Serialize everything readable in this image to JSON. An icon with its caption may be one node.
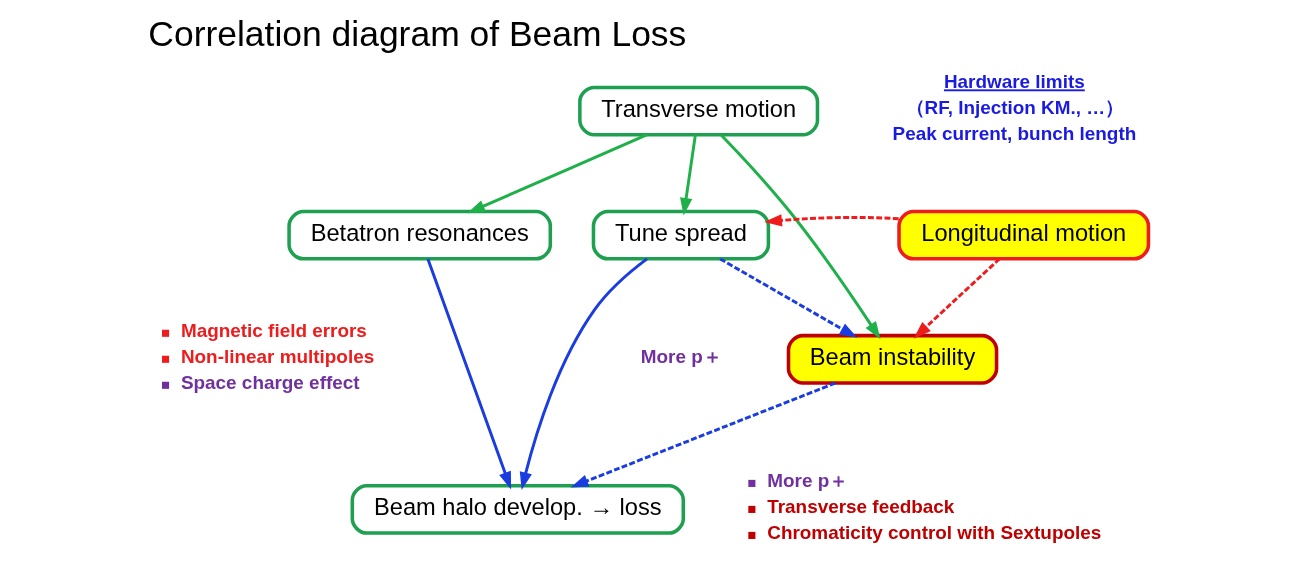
{
  "diagram": {
    "title": "Correlation diagram of Beam Loss",
    "nodes": [
      {
        "text": [
          "Transverse motion"
        ]
      },
      {
        "text": [
          "Longitudinal motion"
        ]
      },
      {
        "text": [
          "Betatron resonances"
        ]
      },
      {
        "text": [
          "Tune spread"
        ]
      },
      {
        "text": [
          "Beam instability"
        ]
      },
      {
        "text": [
          "Beam halo develop. → loss"
        ]
      }
    ],
    "edges": [
      {
        "from": 0,
        "to": 2,
        "arrow": "to",
        "color": "#1fb04a"
      },
      {
        "from": 0,
        "to": 3,
        "arrow": "to",
        "color": "#1fb04a"
      },
      {
        "from": 0,
        "to": 4,
        "arrow": "to",
        "color": "#1fb04a"
      },
      {
        "from": 1,
        "to": 3,
        "arrow": "to",
        "style": "dashed",
        "color": "#ee1c1c"
      },
      {
        "from": 1,
        "to": 4,
        "arrow": "to",
        "style": "dashed",
        "color": "#ee1c1c"
      },
      {
        "from": 3,
        "to": 4,
        "arrow": "to",
        "style": "dashed",
        "color": "#1a3ce0"
      },
      {
        "from": 2,
        "to": 5,
        "arrow": "to",
        "color": "#1a3ce0"
      },
      {
        "from": 3,
        "to": 5,
        "arrow": "to",
        "color": "#1a3ce0"
      },
      {
        "from": 4,
        "to": 5,
        "arrow": "to",
        "style": "dashed",
        "color": "#1a3ce0"
      }
    ],
    "labels": [
      "Hardware limits",
      "（RF, Injection KM., …）",
      "Peak current, bunch length",
      "Magnetic field errors",
      "Non-linear multipoles",
      "Space charge effect",
      "More p＋",
      "More p＋",
      "Transverse feedback",
      "Chromaticity control with Sextupoles"
    ]
  }
}
